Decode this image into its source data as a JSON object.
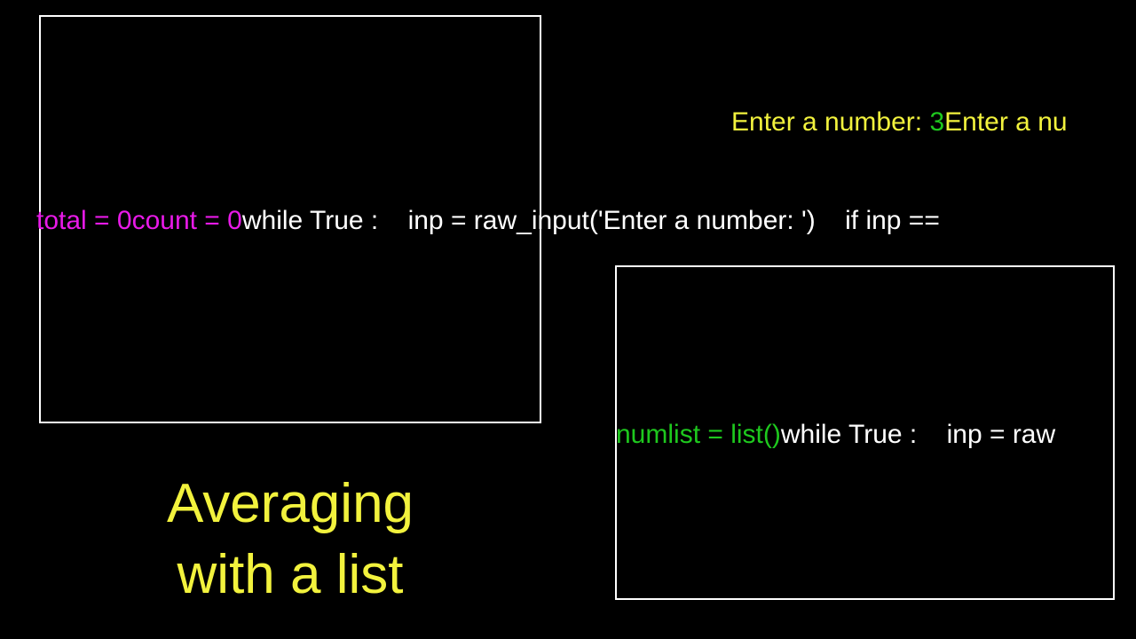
{
  "slide": {
    "background_color": "#000000",
    "title": "Averaging\nwith a list",
    "title_color": "#f2f23d"
  },
  "frames": {
    "left_frame_name": "code-textbox-outline-left",
    "right_frame_name": "code-textbox-outline-right",
    "border_color": "#ffffff"
  },
  "console": {
    "prompt_first": "Enter a number: ",
    "value_first": "3",
    "prompt_second": "Enter a nu",
    "prompt_color": "#f2f23d",
    "value_color": "#1ec81e"
  },
  "code_top": {
    "segments": [
      {
        "text": "total = 0count = 0",
        "color": "#e81ae8"
      },
      {
        "text": "while True :    inp = raw_input('Enter a number: ')    if inp == ",
        "color": "#ffffff"
      }
    ],
    "magenta_run": "total = 0count = 0",
    "white_run": "while True :    inp = raw_input('Enter a number: ')    if inp == "
  },
  "code_bottom": {
    "segments": [
      {
        "text": "numlist = list()",
        "color": "#1ec81e"
      },
      {
        "text": "while True :    inp = raw",
        "color": "#ffffff"
      }
    ],
    "green_run": "numlist = list()",
    "white_run": "while True :    inp = raw"
  }
}
